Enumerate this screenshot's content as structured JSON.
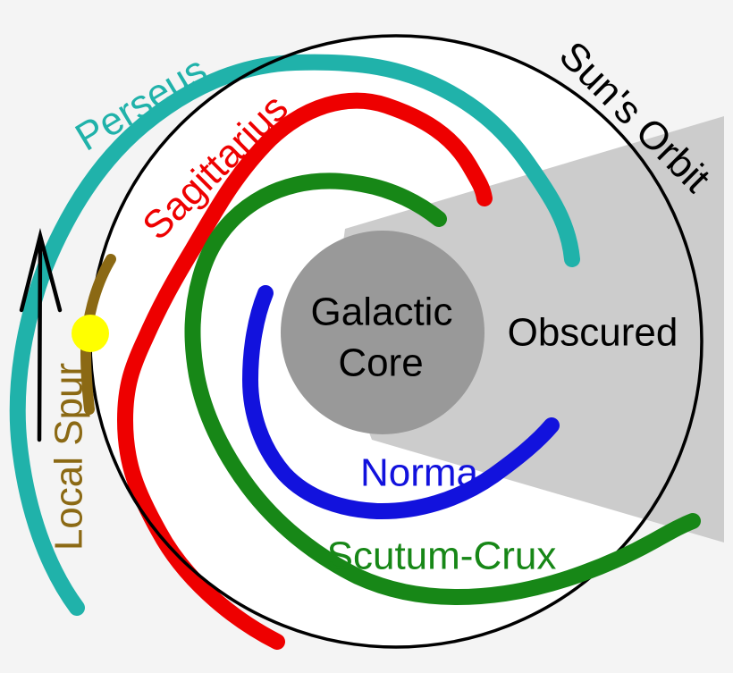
{
  "labels": {
    "perseus": "Perseus",
    "sagittarius": "Sagittarius",
    "suns_orbit": "Sun's Orbit",
    "local_spur": "Local Spur",
    "galactic_core_line1": "Galactic",
    "galactic_core_line2": "Core",
    "obscured": "Obscured",
    "norma": "Norma",
    "scutum_crux": "Scutum-Crux"
  },
  "colors": {
    "background": "#f4f4f4",
    "orbit_fill": "#ffffff",
    "orbit_stroke": "#000000",
    "obscured_wedge": "#cccccc",
    "galactic_core": "#999999",
    "perseus_arm": "#20b2aa",
    "sagittarius_arm": "#ee0000",
    "scutum_crux_arm": "#178717",
    "norma_arm": "#1212dd",
    "local_spur": "#8b6914",
    "sun": "#ffff00",
    "arrow": "#000000",
    "core_text": "#000000"
  }
}
